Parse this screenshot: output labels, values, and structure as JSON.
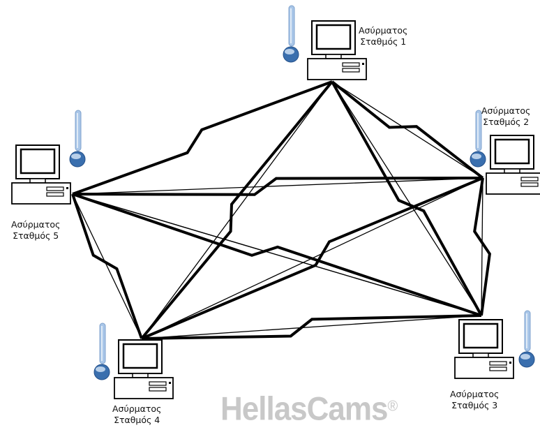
{
  "stations": [
    {
      "id": "s1",
      "line1": "Ασύρματος",
      "line2": "Σταθμός 1"
    },
    {
      "id": "s2",
      "line1": "Ασύρματος",
      "line2": "Σταθμός 2"
    },
    {
      "id": "s3",
      "line1": "Ασύρματος",
      "line2": "Σταθμός 3"
    },
    {
      "id": "s4",
      "line1": "Ασύρματος",
      "line2": "Σταθμός 4"
    },
    {
      "id": "s5",
      "line1": "Ασύρματος",
      "line2": "Σταθμός 5"
    }
  ],
  "watermark": {
    "text": "HellasCams",
    "mark": "®"
  },
  "colors": {
    "line": "#000000",
    "antenna": "#a9c6e8",
    "antenna_dark": "#3a6fae",
    "computer_fill": "#ffffff"
  }
}
